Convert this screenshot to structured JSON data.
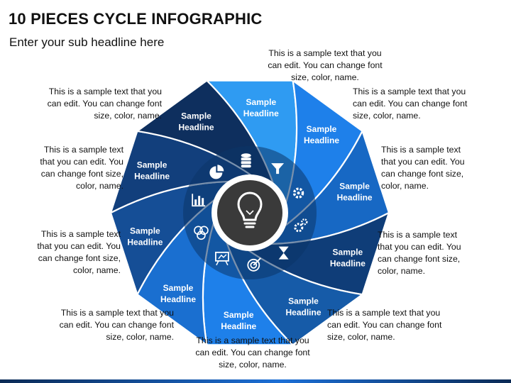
{
  "header": {
    "title": "10 PIECES CYCLE INFOGRAPHIC",
    "subtitle": "Enter your sub headline here"
  },
  "segments": [
    {
      "label_line1": "Sample",
      "label_line2": "Headline",
      "icon": "funnel-icon",
      "color": "#2f9bf2"
    },
    {
      "label_line1": "Sample",
      "label_line2": "Headline",
      "icon": "gear-icon",
      "color": "#1e80ea"
    },
    {
      "label_line1": "Sample",
      "label_line2": "Headline",
      "icon": "gears-icon",
      "color": "#1768c4"
    },
    {
      "label_line1": "Sample",
      "label_line2": "Headline",
      "icon": "hourglass-icon",
      "color": "#0f3d78"
    },
    {
      "label_line1": "Sample",
      "label_line2": "Headline",
      "icon": "target-icon",
      "color": "#165ba8"
    },
    {
      "label_line1": "Sample",
      "label_line2": "Headline",
      "icon": "presentation-icon",
      "color": "#1e80ea"
    },
    {
      "label_line1": "Sample",
      "label_line2": "Headline",
      "icon": "venn-icon",
      "color": "#1a6fd0"
    },
    {
      "label_line1": "Sample",
      "label_line2": "Headline",
      "icon": "bar-chart-icon",
      "color": "#154e96"
    },
    {
      "label_line1": "Sample",
      "label_line2": "Headline",
      "icon": "pie-chart-icon",
      "color": "#123f7c"
    },
    {
      "label_line1": "Sample",
      "label_line2": "Headline",
      "icon": "database-icon",
      "color": "#0e2f5e"
    }
  ],
  "descriptions": [
    "This is a sample text that you can edit. You can change font size, color, name.",
    "This is a sample text that you can edit. You can change font size, color, name.",
    "This is a sample text that you can edit. You can change font size, color, name.",
    "This is a sample text that you can edit. You can change font size, color, name.",
    "This is a sample text that you can edit. You can change font size, color, name.",
    "This is a sample text that you can edit. You can change font size, color, name.",
    "This is a sample text that you can edit. You can change font size, color, name.",
    "This is a sample text that you can edit. You can change font size, color, name.",
    "This is a sample text that you can edit. You can change font size, color, name.",
    "This is a sample text that you can edit. You can change font size, color, name."
  ],
  "center": {
    "icon": "lightbulb-icon",
    "color": "#3a3a3a"
  },
  "colors": {
    "inner_ring": "#0b3468",
    "hub_ring": "#ffffff"
  }
}
